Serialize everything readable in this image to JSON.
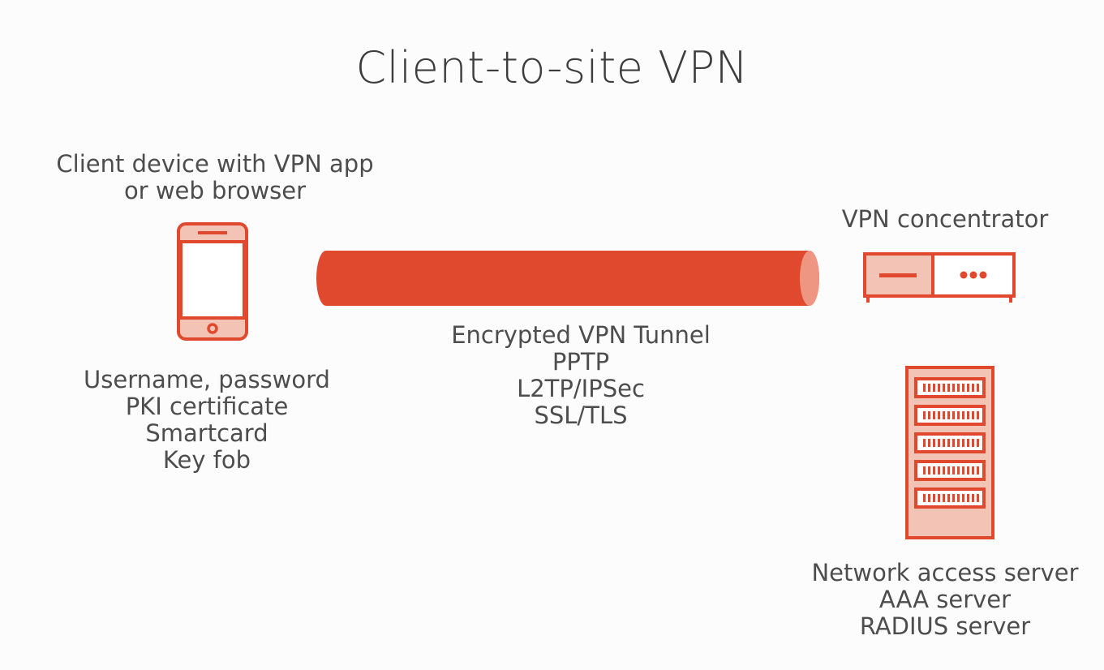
{
  "title": "Client-to-site VPN",
  "colors": {
    "accent": "#e0492d",
    "accent_light": "#f3c3b6",
    "tunnel_end": "#ef9683",
    "text": "#4d4d4d"
  },
  "client": {
    "caption_lines": [
      "Client device with VPN app",
      "or web browser"
    ],
    "icon": "smartphone-icon",
    "credentials": [
      "Username, password",
      "PKI certificate",
      "Smartcard",
      "Key fob"
    ]
  },
  "tunnel": {
    "icon": "tunnel-pipe",
    "caption_lines": [
      "Encrypted VPN Tunnel",
      "PPTP",
      "L2TP/IPSec",
      "SSL/TLS"
    ]
  },
  "concentrator": {
    "caption": "VPN concentrator",
    "icon": "vpn-concentrator-icon"
  },
  "server": {
    "icon": "server-rack-icon",
    "caption_lines": [
      "Network access server",
      "AAA server",
      "RADIUS server"
    ]
  }
}
